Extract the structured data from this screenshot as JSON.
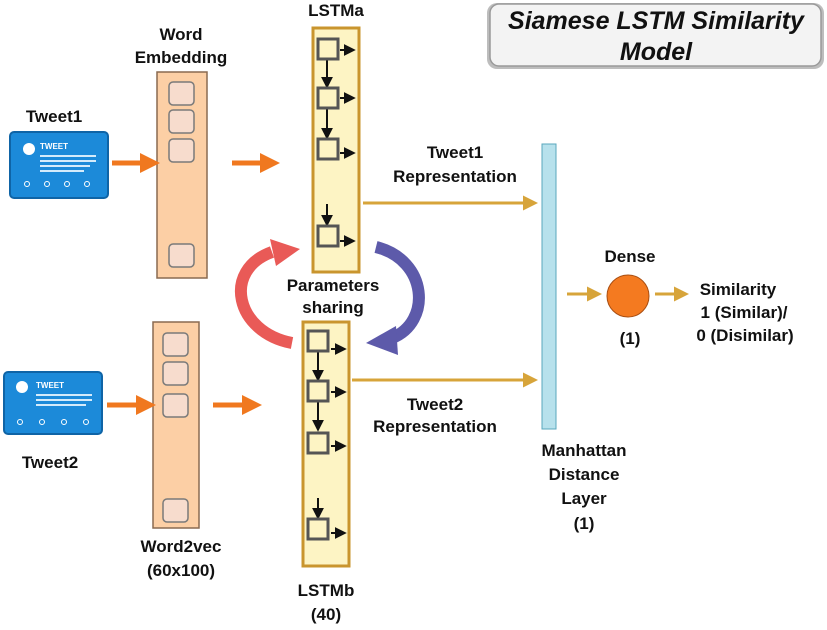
{
  "title": {
    "line1": "Siamese LSTM Similarity",
    "line2": "Model"
  },
  "tweets": [
    {
      "label": "Tweet1",
      "card_heading": "TWEET"
    },
    {
      "label": "Tweet2",
      "card_heading": "TWEET"
    }
  ],
  "embedding": {
    "top_label_line1": "Word",
    "top_label_line2": "Embedding",
    "bottom_label_line1": "Word2vec",
    "bottom_label_line2": "(60x100)"
  },
  "lstm": {
    "top_label": "LSTMa",
    "bottom_label_line1": "LSTMb",
    "bottom_label_line2": "(40)",
    "sharing_line1": "Parameters",
    "sharing_line2": "sharing"
  },
  "representations": [
    {
      "line1": "Tweet1",
      "line2": "Representation"
    },
    {
      "line1": "Tweet2",
      "line2": "Representation"
    }
  ],
  "distance_layer": {
    "line1": "Manhattan",
    "line2": "Distance",
    "line3": "Layer",
    "line4": "(1)"
  },
  "dense": {
    "label": "Dense",
    "size": "(1)"
  },
  "output": {
    "line1": "Similarity",
    "line2": "1 (Similar)/",
    "line3": "0 (Disimilar)"
  },
  "colors": {
    "tweet_card": "#1c8ad9",
    "embedding_fill": "#fccfa5",
    "embedding_cell": "#f7dccd",
    "lstm_fill": "#fdf4c4",
    "lstm_border": "#c9952e",
    "cell_border": "#555555",
    "orange_arrow": "#f0781f",
    "gold_arrow": "#d7a43a",
    "distance_fill": "#b7e1ec",
    "dense_node": "#f47a20",
    "share_red": "#e95a57",
    "share_blue": "#5d5aaa"
  }
}
